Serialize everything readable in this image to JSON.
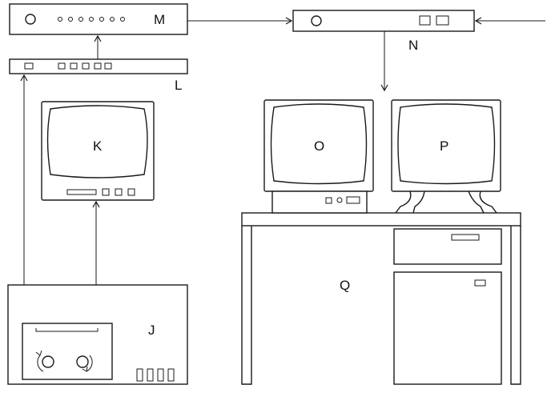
{
  "labels": {
    "M": "M",
    "N": "N",
    "L": "L",
    "K": "K",
    "O": "O",
    "P": "P",
    "Q": "Q",
    "J": "J"
  },
  "colors": {
    "line": "#1a1a1a",
    "background": "#ffffff"
  }
}
